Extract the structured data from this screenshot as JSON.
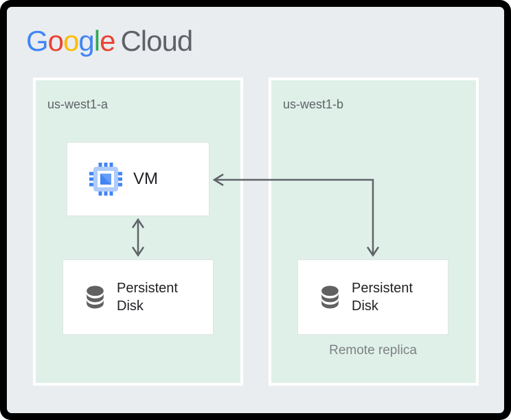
{
  "logo": {
    "google_letters": [
      {
        "char": "G",
        "color": "#4285F4"
      },
      {
        "char": "o",
        "color": "#EA4335"
      },
      {
        "char": "o",
        "color": "#FBBC05"
      },
      {
        "char": "g",
        "color": "#4285F4"
      },
      {
        "char": "l",
        "color": "#34A853"
      },
      {
        "char": "e",
        "color": "#EA4335"
      }
    ],
    "suffix": "Cloud",
    "suffix_color": "#5f6368"
  },
  "zones": [
    {
      "label": "us-west1-a",
      "nodes": [
        {
          "kind": "vm",
          "icon": "compute-engine-icon",
          "label": "VM"
        },
        {
          "kind": "disk",
          "icon": "persistent-disk-icon",
          "label": "Persistent Disk"
        }
      ]
    },
    {
      "label": "us-west1-b",
      "nodes": [
        {
          "kind": "disk",
          "icon": "persistent-disk-icon",
          "label": "Persistent Disk",
          "caption": "Remote replica"
        }
      ]
    }
  ],
  "arrows": [
    {
      "name": "vm-local-disk-link",
      "type": "double-headed-vertical",
      "from": "VM",
      "to": "Persistent Disk (us-west1-a)"
    },
    {
      "name": "remote-replication-link",
      "type": "double-headed-elbow",
      "from": "VM",
      "to": "Persistent Disk (us-west1-b)"
    }
  ],
  "colors": {
    "frame": "#000000",
    "canvas_background": "#e9edf0",
    "zone_fill": "#dff0e8",
    "zone_border": "#ffffff",
    "card_background": "#ffffff",
    "card_border": "#e0e3e6",
    "arrow": "#5f6368",
    "text_primary": "#202124",
    "zone_label": "#5f6368",
    "caption": "#7d8185",
    "disk_icon": "#616161",
    "vm_icon_pin": "#4285F4",
    "vm_icon_body": "#aecbfa",
    "vm_icon_square": "#669df6",
    "vm_icon_triangle": "#4285F4"
  }
}
